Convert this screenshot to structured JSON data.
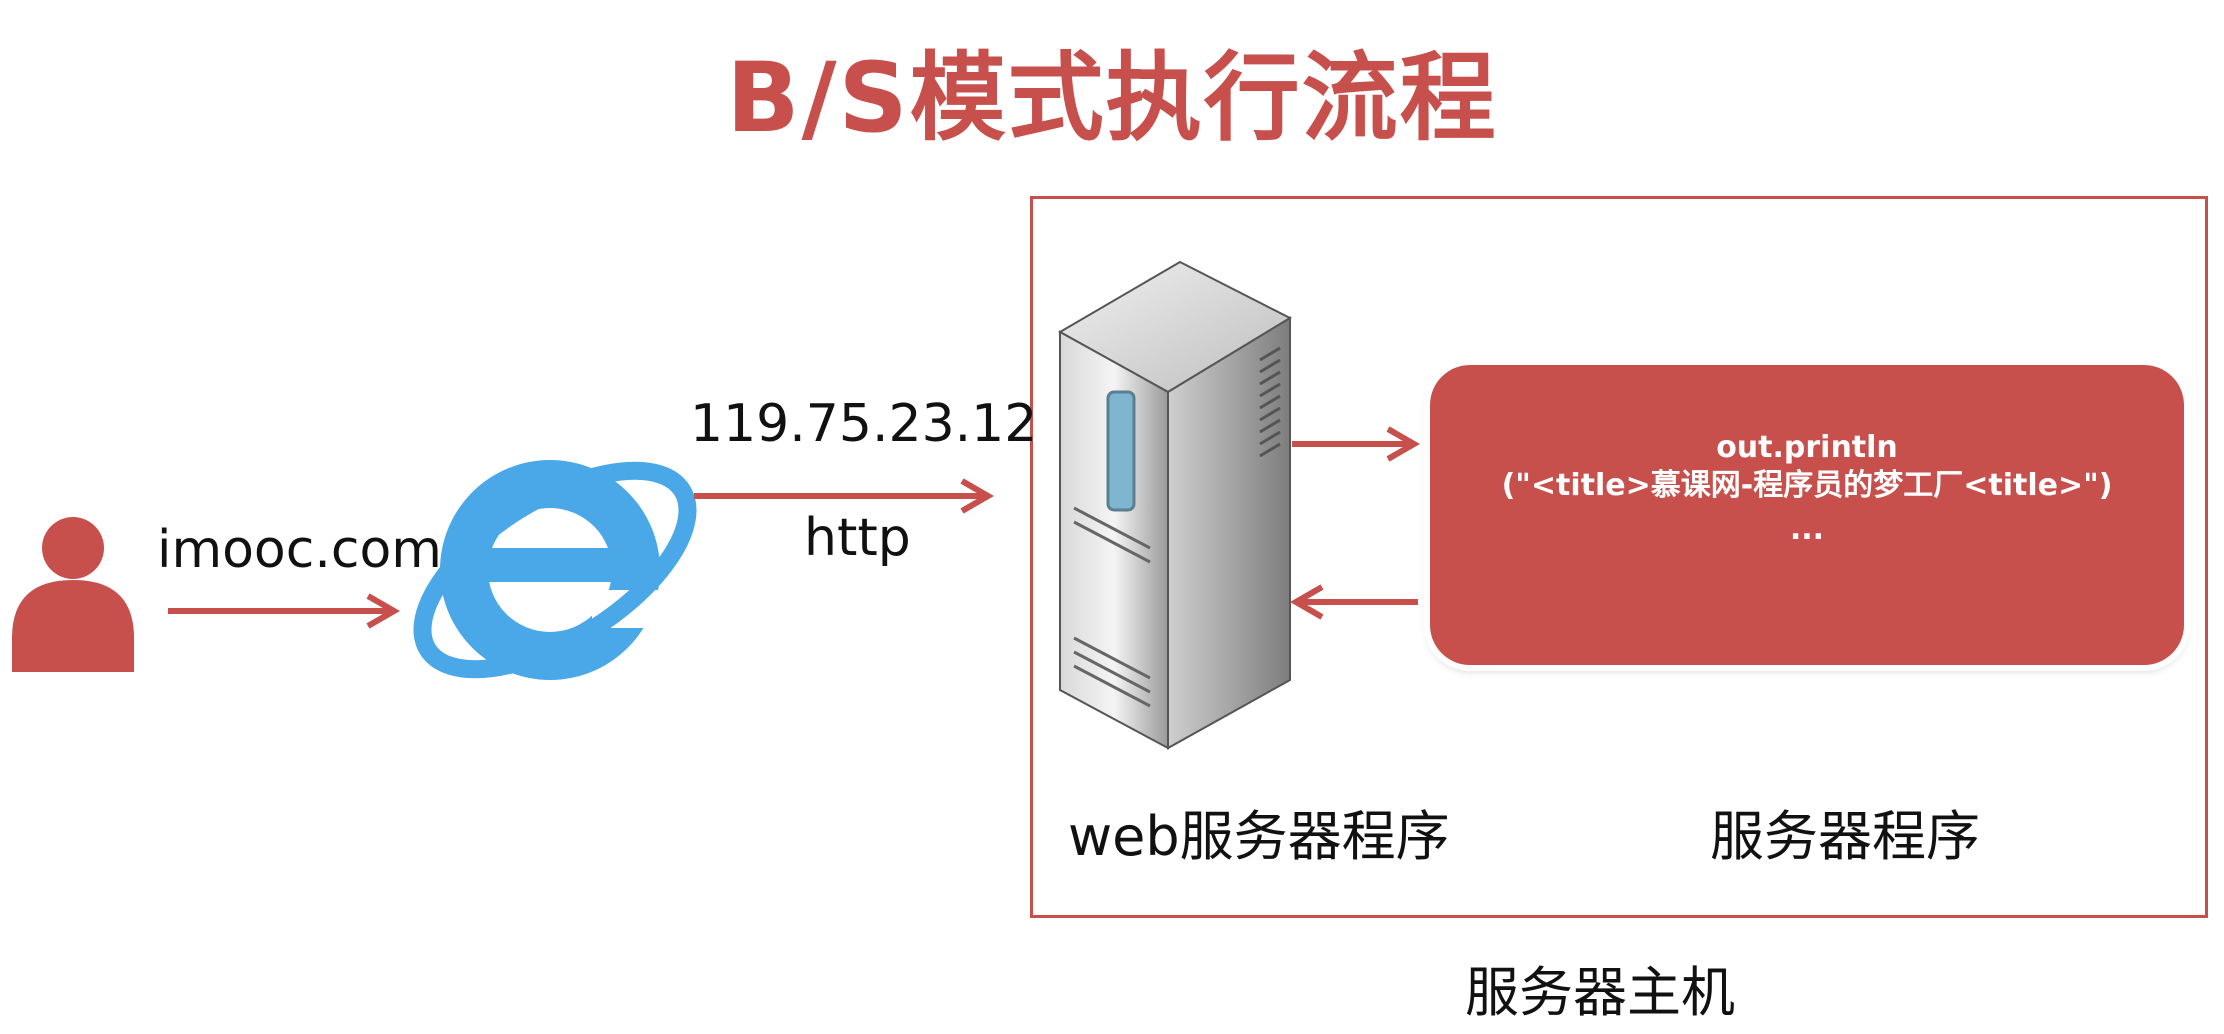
{
  "title": "B/S模式执行流程",
  "labels": {
    "domain": "imooc.com",
    "ip": "119.75.23.12",
    "protocol": "http",
    "web_server_program": "web服务器程序",
    "server_program": "服务器程序",
    "server_host": "服务器主机"
  },
  "code": {
    "line1": "out.println",
    "line2": "(\"<title>慕课网-程序员的梦工厂<title>\")",
    "line3": "..."
  },
  "colors": {
    "accent": "#c7504c",
    "browser_icon": "#4aa8e8",
    "server_gray": "#a0a0a0"
  },
  "icons": [
    "user-icon",
    "browser-e-icon",
    "server-tower-icon"
  ]
}
